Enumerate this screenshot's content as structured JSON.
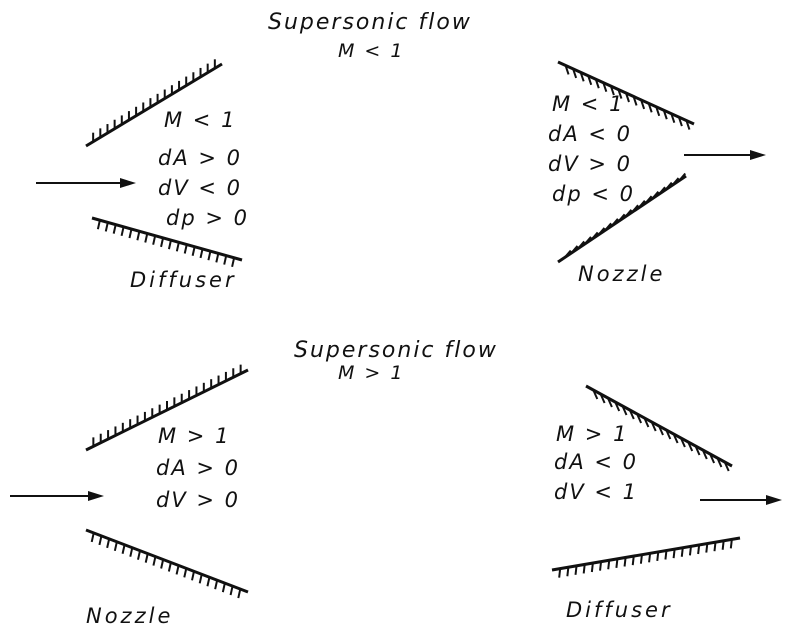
{
  "top": {
    "title": "Supersonic flow",
    "condition": "M < 1",
    "left": {
      "lines": [
        "M < 1",
        "dA > 0",
        "dV < 0",
        "dp > 0"
      ],
      "caption": "Diffuser"
    },
    "right": {
      "lines": [
        "M < 1",
        "dA < 0",
        "dV > 0",
        "dp < 0"
      ],
      "caption": "Nozzle"
    }
  },
  "bottom": {
    "title": "Supersonic flow",
    "condition": "M > 1",
    "left": {
      "lines": [
        "M > 1",
        "dA > 0",
        "dV > 0"
      ],
      "caption": "Nozzle"
    },
    "right": {
      "lines": [
        "M > 1",
        "dA < 0",
        "dV < 1"
      ],
      "caption": "Diffuser"
    }
  },
  "colors": {
    "ink": "#111111",
    "paper": "#ffffff"
  }
}
